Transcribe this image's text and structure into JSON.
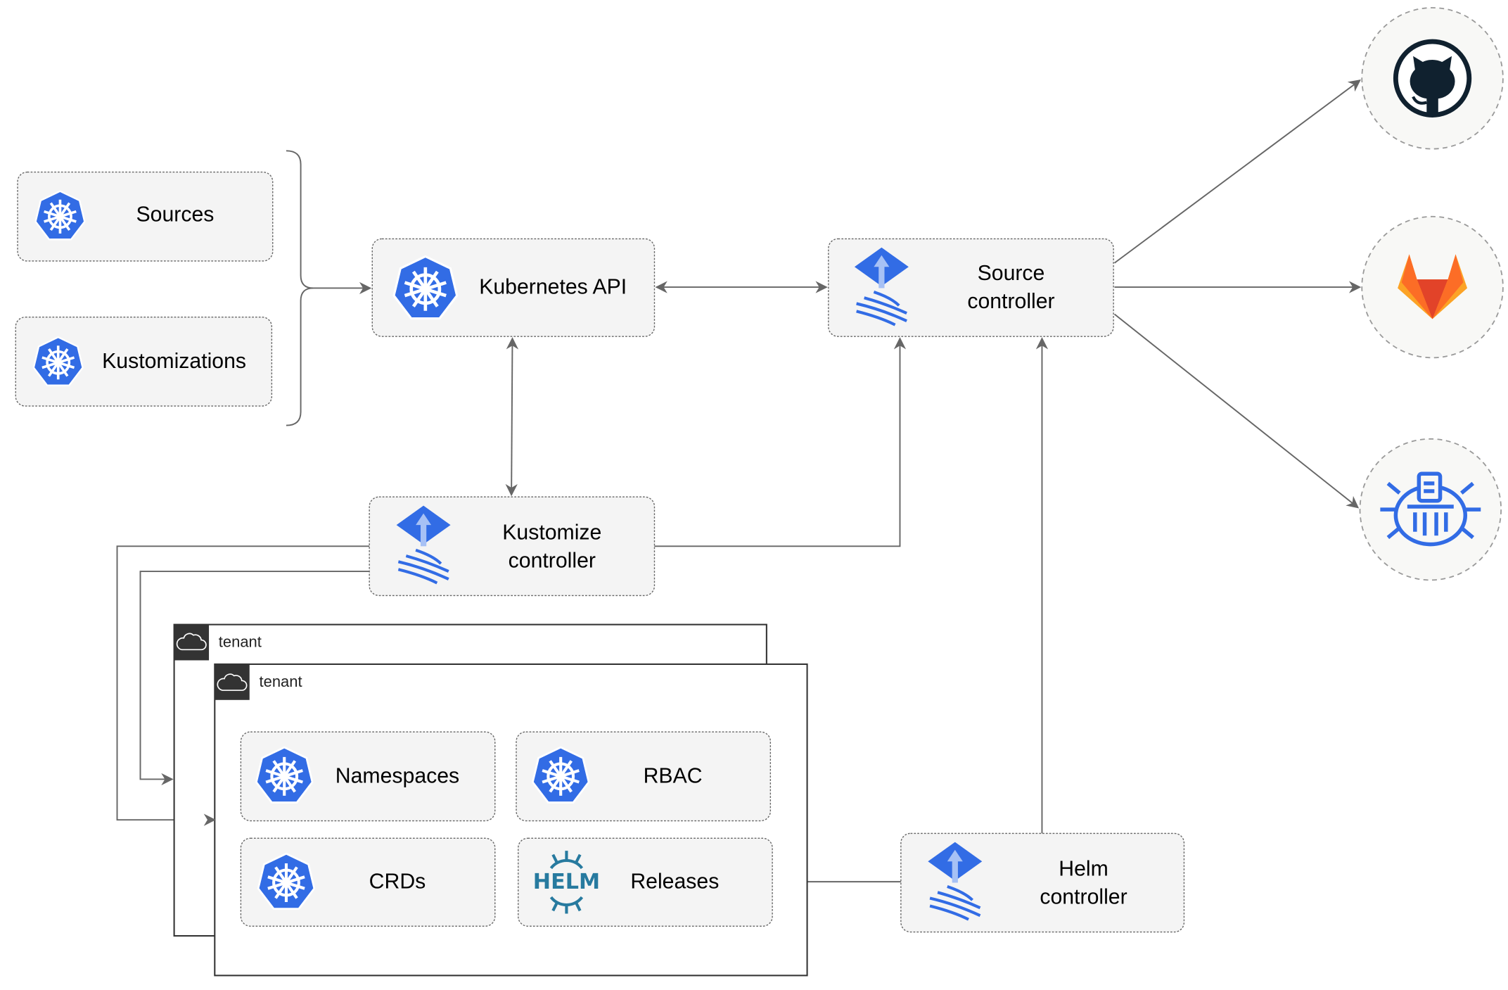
{
  "nodes": {
    "sources": "Sources",
    "kustomizations": "Kustomizations",
    "kubernetes_api": "Kubernetes API",
    "source_controller": [
      "Source",
      "controller"
    ],
    "kustomize_controller": [
      "Kustomize",
      "controller"
    ],
    "helm_controller": [
      "Helm",
      "controller"
    ],
    "namespaces": "Namespaces",
    "rbac": "RBAC",
    "crds": "CRDs",
    "releases": "Releases"
  },
  "tenants": [
    "tenant",
    "tenant"
  ],
  "logos": {
    "helm": "HELM"
  },
  "external_icons": [
    "github-icon",
    "gitlab-icon",
    "bucket-icon"
  ],
  "colors": {
    "kubernetes_blue": "#326ce5",
    "helm_teal": "#277a9f",
    "gitlab_orange": "#e24329",
    "github_dark": "#10212f",
    "edge": "#666666"
  }
}
